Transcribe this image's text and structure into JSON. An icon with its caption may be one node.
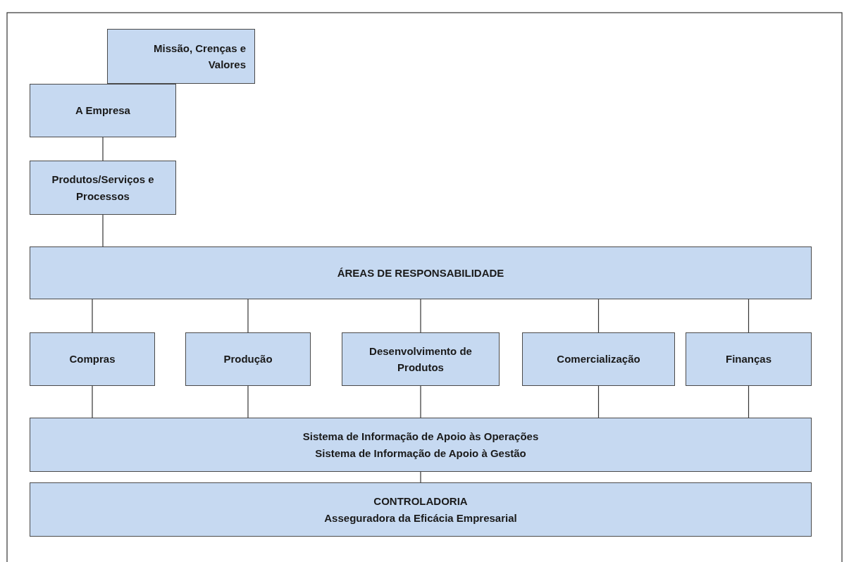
{
  "diagram": {
    "nodes": [
      {
        "text": [
          "Missão, Crenças e Valores"
        ]
      },
      {
        "text": [
          "A Empresa"
        ]
      },
      {
        "text": [
          "Produtos/Serviços e Processos"
        ]
      },
      {
        "text": [
          "ÁREAS DE RESPONSABILIDADE"
        ]
      },
      {
        "text": [
          "Compras"
        ]
      },
      {
        "text": [
          "Produção"
        ]
      },
      {
        "text": [
          "Desenvolvimento de Produtos"
        ]
      },
      {
        "text": [
          "Comercialização"
        ]
      },
      {
        "text": [
          "Finanças"
        ]
      },
      {
        "text": [
          "Sistema de Informação de Apoio às Operações",
          "Sistema de Informação de Apoio à Gestão"
        ]
      },
      {
        "text": [
          "CONTROLADORIA",
          "Asseguradora da Eficácia Empresarial"
        ]
      }
    ],
    "edges": [
      {
        "from": 1,
        "to": 2,
        "arrow": "none"
      },
      {
        "from": 2,
        "to": 3,
        "arrow": "none"
      },
      {
        "from": 3,
        "to": 4,
        "arrow": "none"
      },
      {
        "from": 3,
        "to": 5,
        "arrow": "none"
      },
      {
        "from": 3,
        "to": 6,
        "arrow": "none"
      },
      {
        "from": 3,
        "to": 7,
        "arrow": "none"
      },
      {
        "from": 3,
        "to": 8,
        "arrow": "none"
      },
      {
        "from": 4,
        "to": 9,
        "arrow": "none"
      },
      {
        "from": 5,
        "to": 9,
        "arrow": "none"
      },
      {
        "from": 6,
        "to": 9,
        "arrow": "none"
      },
      {
        "from": 7,
        "to": 9,
        "arrow": "none"
      },
      {
        "from": 8,
        "to": 9,
        "arrow": "none"
      },
      {
        "from": 9,
        "to": 10,
        "arrow": "none"
      }
    ]
  }
}
